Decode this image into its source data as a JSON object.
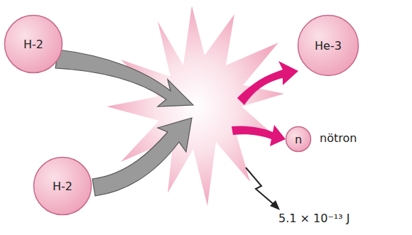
{
  "diagram": {
    "nodes": [
      {
        "text": [
          "H-2"
        ]
      },
      {
        "text": [
          "H-2"
        ]
      },
      {
        "text": [
          "He-3"
        ]
      },
      {
        "text": [
          "n"
        ]
      }
    ],
    "labels": [
      "nötron",
      "5.1 × 10⁻¹³ J"
    ]
  }
}
